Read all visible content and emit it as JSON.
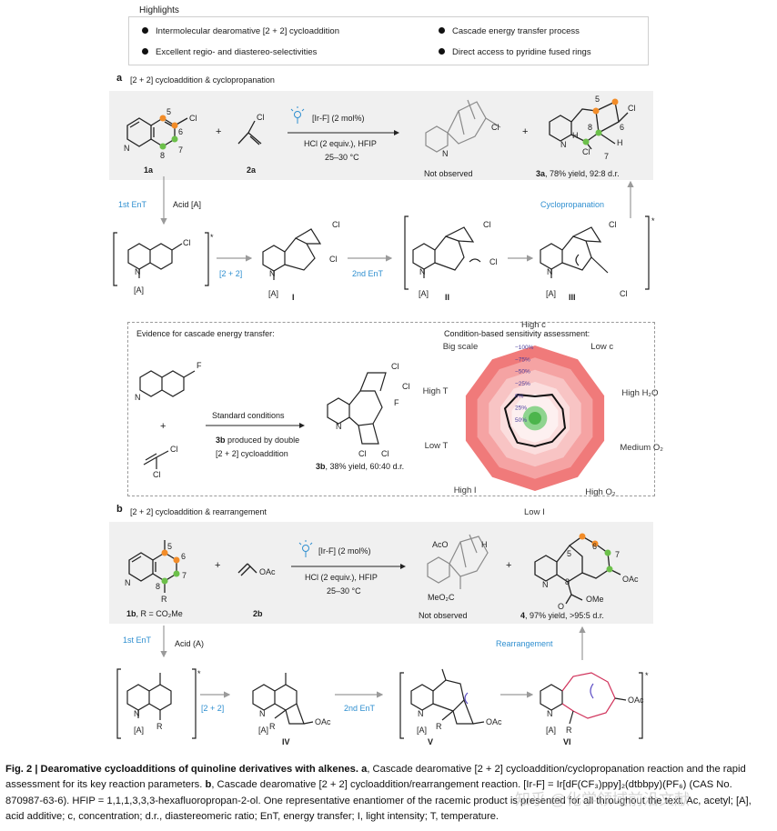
{
  "highlights": {
    "title": "Highlights",
    "items": [
      "Intermolecular dearomative [2 + 2] cycloaddition",
      "Cascade energy transfer process",
      "Excellent regio- and diastereo-selectivities",
      "Direct access to pyridine fused rings"
    ]
  },
  "panel_a": {
    "letter": "a",
    "title": "[2 + 2] cycloaddition & cyclopropanation",
    "reagent_cat": "[Ir-F] (2 mol%)",
    "reagent_acid": "HCl (2 equiv.), HFIP",
    "reagent_temp": "25–30 °C",
    "sm1": "1a",
    "sm2": "2a",
    "not_observed": "Not observed",
    "product_label": "3a",
    "product_yield": ", 78% yield, 92:8 d.r.",
    "first_ent": "1st EnT",
    "acid": "Acid [A]",
    "cyclopropanation": "Cyclopropanation",
    "two_plus_two": "[2 + 2]",
    "second_ent": "2nd EnT",
    "int_I": "I",
    "int_II": "II",
    "int_III": "III",
    "A_tag": "[A]",
    "num5": "5",
    "num6": "6",
    "num7": "7",
    "num8": "8",
    "cl": "Cl",
    "n": "N",
    "h": "H",
    "plus": "+"
  },
  "evidence": {
    "title": "Evidence for cascade energy transfer:",
    "conditions": "Standard conditions",
    "note_bold": "3b",
    "note_1": " produced by double",
    "note_2": "[2 + 2] cycloaddition",
    "product_label": "3b",
    "product_yield": ", 38% yield, 60:40 d.r.",
    "f": "F"
  },
  "radar": {
    "title": "Condition-based sensitivity assessment:",
    "axes": [
      "High c",
      "Low c",
      "High H₂O",
      "Medium O₂",
      "High O₂",
      "Low I",
      "High I",
      "Low T",
      "High T",
      "Big scale"
    ],
    "ring_labels": [
      "−100%",
      "−75%",
      "−50%",
      "−25%",
      "0%",
      "25%",
      "50%"
    ],
    "profile_values": [
      0.05,
      -0.1,
      -0.1,
      -0.15,
      -0.1,
      -0.08,
      -0.12,
      -0.05,
      -0.15,
      -0.1
    ],
    "colors": {
      "outer": "#f07a7a",
      "ring2": "#f5a3a3",
      "ring3": "#f8c4c4",
      "ring4": "#fbdede",
      "center": "#8fd48f",
      "core": "#4cb54c",
      "line": "#111111"
    }
  },
  "panel_b": {
    "letter": "b",
    "title": "[2 + 2] cycloaddition & rearrangement",
    "reagent_cat": "[Ir-F] (2 mol%)",
    "reagent_acid": "HCl (2 equiv.), HFIP",
    "reagent_temp": "25–30 °C",
    "sm1": "1b",
    "sm1_suffix": ", R = CO₂Me",
    "sm2": "2b",
    "oac": "OAc",
    "aco": "AcO",
    "meo2c": "MeO₂C",
    "ome": "OMe",
    "not_observed": "Not observed",
    "product_label": "4",
    "product_yield": ", 97% yield, >95:5 d.r.",
    "first_ent": "1st EnT",
    "acid": "Acid (A)",
    "rearrangement": "Rearrangement",
    "two_plus_two": "[2 + 2]",
    "second_ent": "2nd EnT",
    "int_IV": "IV",
    "int_V": "V",
    "int_VI": "VI",
    "A_tag": "[A]",
    "r": "R",
    "o": "O"
  },
  "caption": {
    "fig": "Fig. 2 | Dearomative cycloadditions of quinoline derivatives with alkenes.",
    "a_letter": "a",
    "a_text": ", Cascade dearomative [2 + 2] cycloaddition/cyclopropanation reaction and the rapid assessment for its key reaction parameters. ",
    "b_letter": "b",
    "b_text": ", Cascade dearomative [2 + 2] cycloaddition/rearrangement reaction. [Ir-F] = Ir[dF(CF₃)ppy]₂(dtbbpy)(PF₆) (CAS No. 870987-63-6). HFIP = 1,1,1,3,3,3-hexafluoropropan-2-ol. One representative enantiomer of the racemic product is presented for all throughout the text. Ac, acetyl; [A], acid additive; c, concentration; d.r., diastereomeric ratio; EnT, energy transfer; I, light intensity; T, temperature."
  },
  "watermark": "知乎 @化学领域前沿文献"
}
